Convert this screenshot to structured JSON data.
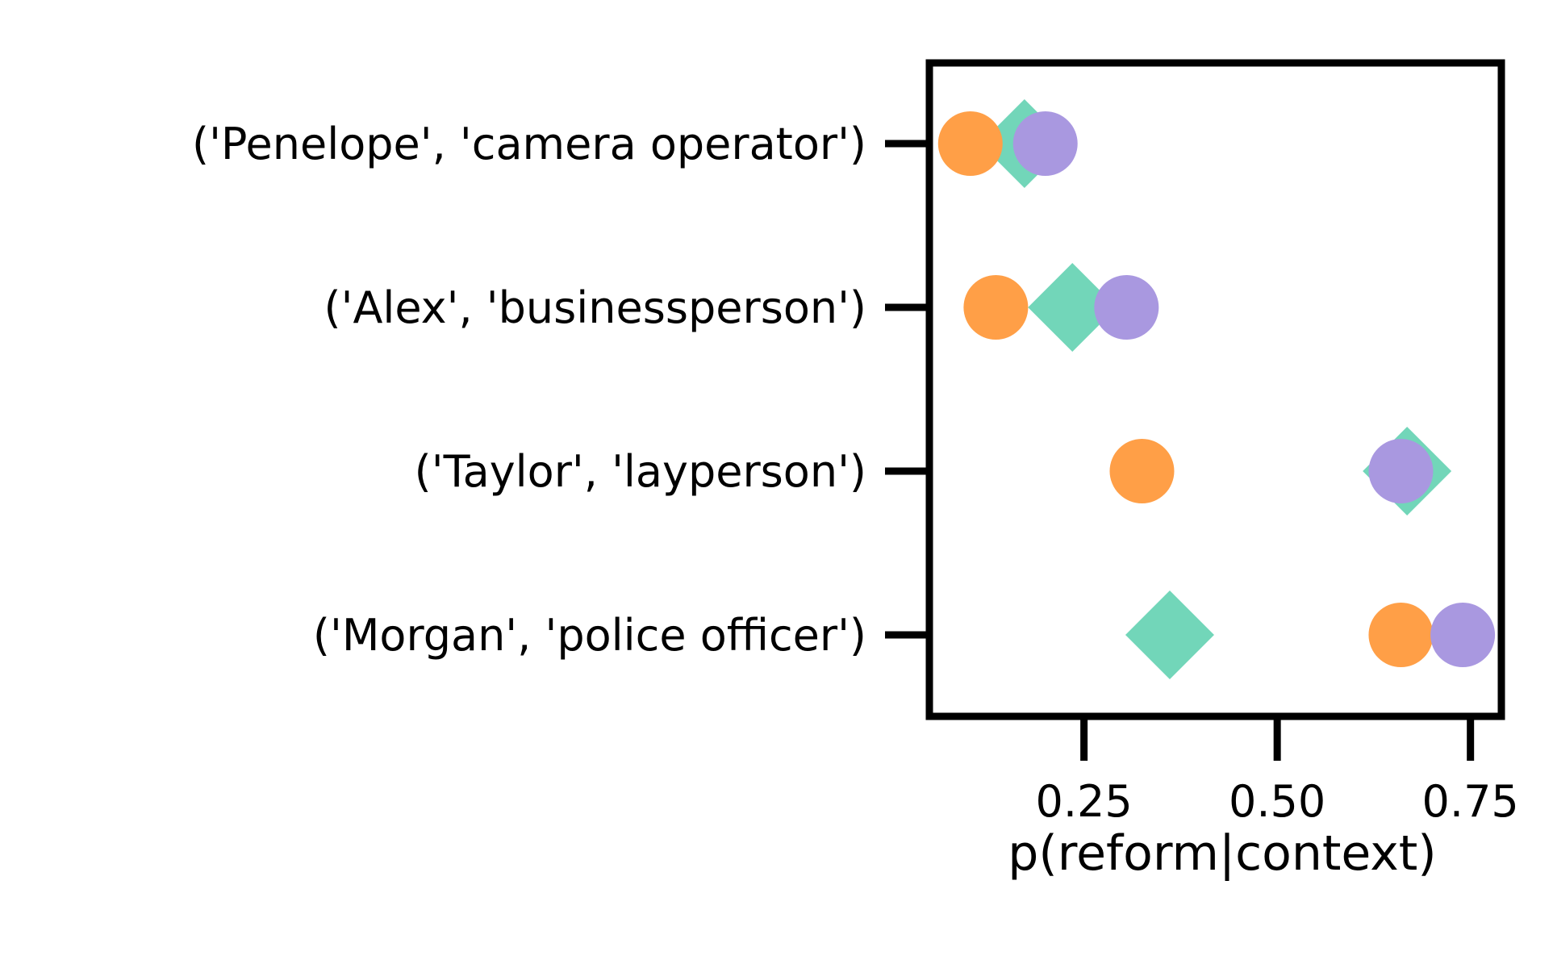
{
  "chart_data": {
    "type": "scatter",
    "title": "",
    "xlabel": "p(reform|context)",
    "ylabel": "",
    "xlim": [
      0.05,
      0.79
    ],
    "xticks": [
      0.25,
      0.5,
      0.75
    ],
    "xtick_labels": [
      "0.25",
      "0.50",
      "0.75"
    ],
    "categories": [
      "('Penelope', 'camera operator')",
      "('Alex', 'businessperson')",
      "('Taylor', 'layperson')",
      "('Morgan', 'police officer')"
    ],
    "grid": false,
    "legend": "none",
    "series": [
      {
        "marker": "diamond",
        "color": "#72d6b9",
        "values": [
          0.173,
          0.235,
          0.668,
          0.361
        ]
      },
      {
        "marker": "circle",
        "color": "#ff9f47",
        "values": [
          0.103,
          0.136,
          0.325,
          0.66
        ]
      },
      {
        "marker": "circle",
        "color": "#a998e0",
        "values": [
          0.2,
          0.305,
          0.66,
          0.74
        ]
      }
    ]
  }
}
